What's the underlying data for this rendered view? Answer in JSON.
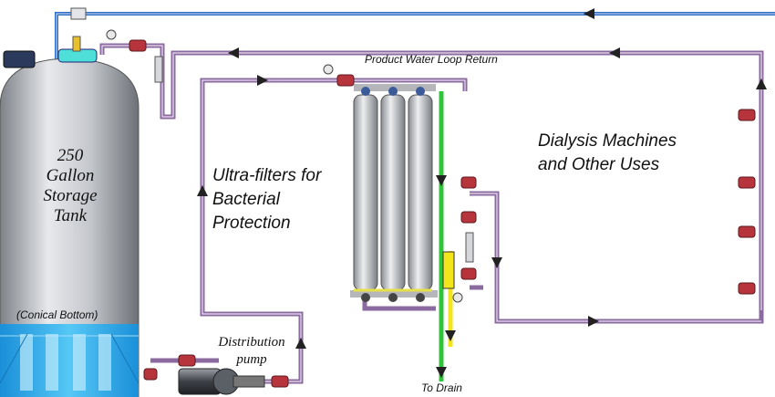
{
  "labels": {
    "tank": [
      "250",
      "Gallon",
      "Storage",
      "Tank"
    ],
    "conical": "(Conical Bottom)",
    "loop_return": "Product Water Loop Return",
    "ultrafilters": [
      "Ultra-filters for",
      "Bacterial",
      "Protection"
    ],
    "dialysis": [
      "Dialysis Machines",
      "and Other Uses"
    ],
    "pump": [
      "Distribution",
      "pump"
    ],
    "drain": "To Drain"
  },
  "colors": {
    "pipe_purple": "#8b6aa0",
    "pipe_blue": "#2f6ec2",
    "drain_green": "#2fc43a",
    "drain_yellow": "#f3e51c",
    "valve_red": "#b8343c",
    "tank_grey": "#b9bcc2",
    "tank_water": "#2fb6f2"
  }
}
